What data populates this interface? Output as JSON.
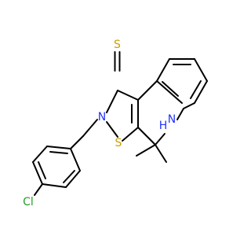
{
  "atoms": {
    "thione_S": {
      "text": "S",
      "color": "#C8A000"
    },
    "ring_N": {
      "text": "N",
      "color": "#2233FF"
    },
    "ring_S": {
      "text": "S",
      "color": "#C8A000"
    },
    "amine_N": {
      "text": "N",
      "color": "#2233FF"
    },
    "amine_H": {
      "text": "H",
      "color": "#2233FF"
    },
    "chlorine": {
      "text": "Cl",
      "color": "#22A022"
    }
  }
}
